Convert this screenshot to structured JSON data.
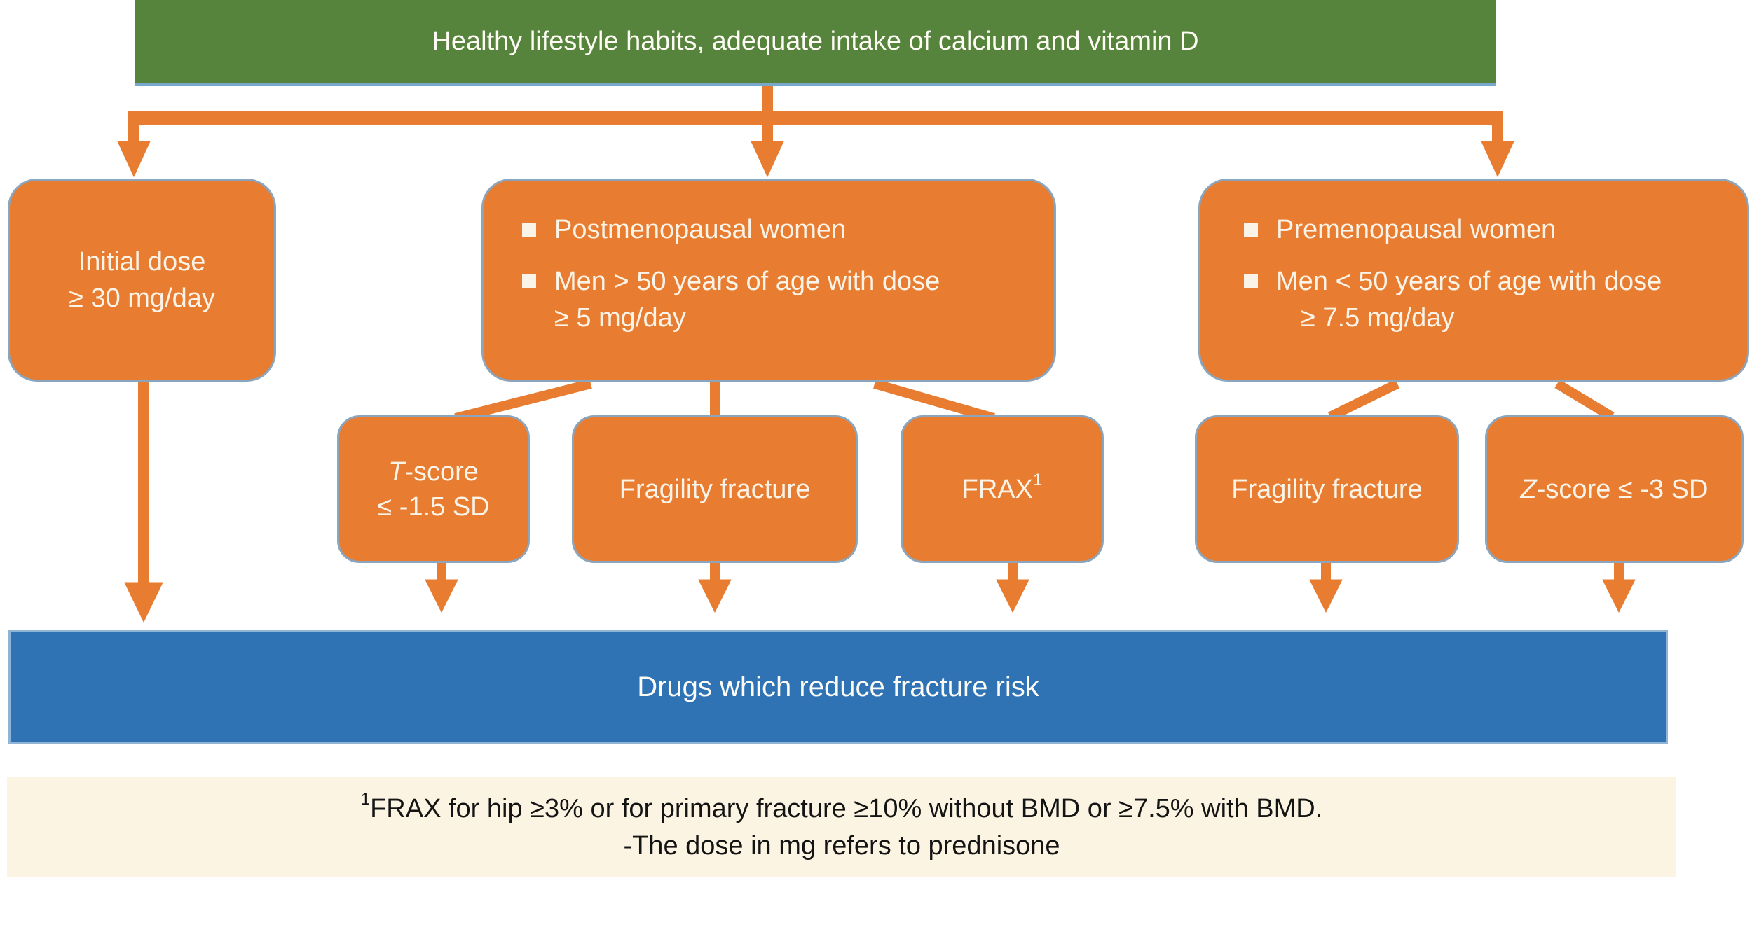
{
  "colors": {
    "orange": "#E87D31",
    "green": "#56843C",
    "blue": "#2F73B5",
    "cream_footnote": "#FCF4E2",
    "node_border": "#8AA5BD",
    "light_text": "#FAF4E8"
  },
  "top_banner": {
    "label": "Healthy lifestyle habits, adequate intake of calcium and vitamin D"
  },
  "branches": {
    "initial_dose": {
      "line1": "Initial dose",
      "line2": "≥ 30 mg/day"
    },
    "mid": {
      "bullets": [
        {
          "line1": "Postmenopausal women",
          "line2": ""
        },
        {
          "line1": "Men > 50 years of age with dose",
          "line2": "≥ 5 mg/day"
        }
      ]
    },
    "right": {
      "bullets": [
        {
          "line1": "Premenopausal women",
          "line2": ""
        },
        {
          "line1": "Men < 50 years of age with dose",
          "line2": "≥ 7.5 mg/day"
        }
      ]
    }
  },
  "criteria": {
    "t_score": {
      "italic": "T",
      "rest": "-score",
      "line2": "≤ -1.5 SD"
    },
    "fragility_mid": {
      "label": "Fragility fracture"
    },
    "frax": {
      "label": "FRAX",
      "sup": "1"
    },
    "fragility_right": {
      "label": "Fragility fracture"
    },
    "z_score": {
      "italic": "Z",
      "rest": "-score ≤ -3 SD"
    }
  },
  "outcome_banner": {
    "label": "Drugs which reduce fracture risk"
  },
  "footnote": {
    "sup": "1",
    "line1": "FRAX for hip ≥3% or for primary fracture ≥10% without BMD or ≥7.5% with BMD.",
    "line2": "-The dose in mg refers to prednisone"
  }
}
